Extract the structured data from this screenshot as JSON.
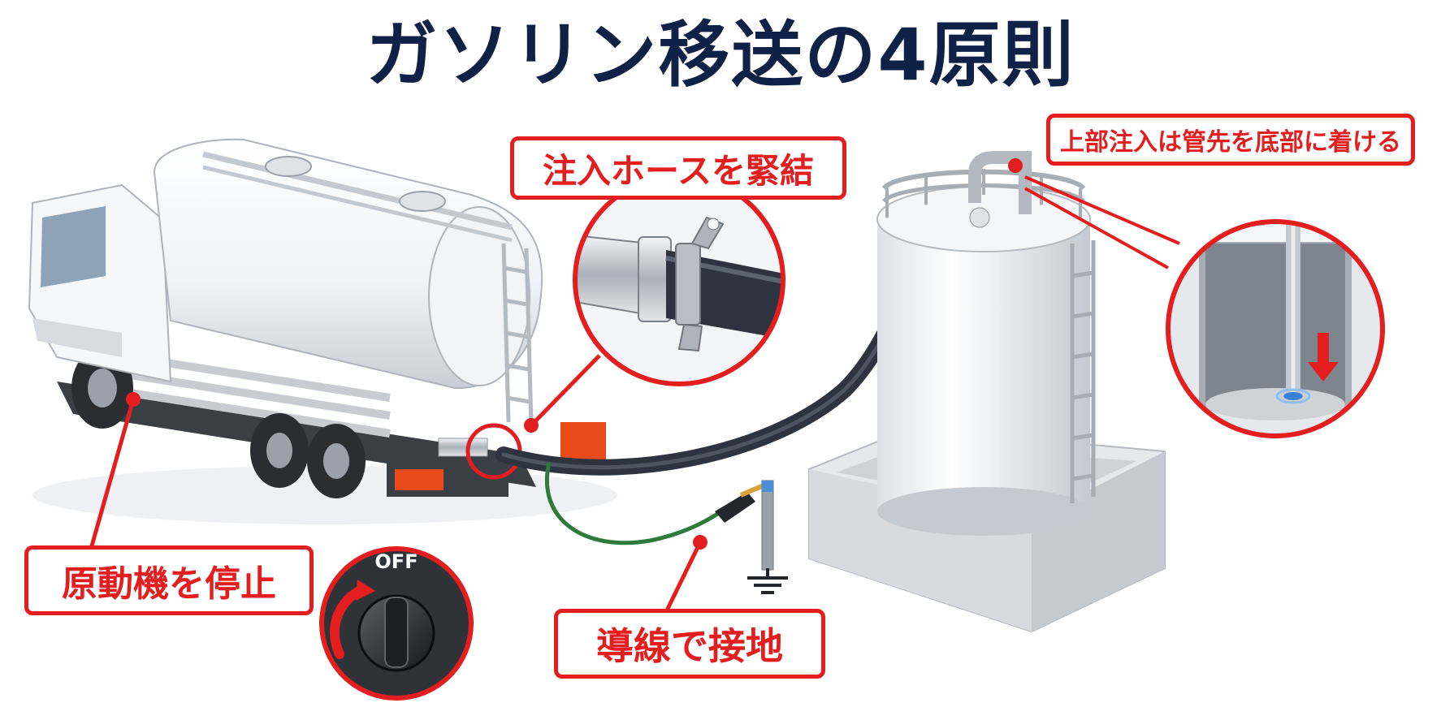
{
  "title": "ガソリン移送の4原則",
  "callouts": {
    "hose_coupling": "注入ホースを緊結",
    "top_loading": "上部注入は管先を底部に着ける",
    "engine_stop": "原動機を停止",
    "grounding": "導線で接地"
  },
  "switch_label": "OFF",
  "colors": {
    "accent_red": "#e41e1e",
    "title_navy": "#0f2147",
    "hose": "#2d3440",
    "ground_wire": "#2e7a3a"
  },
  "icons": [
    "tanker-truck",
    "storage-tank",
    "hose-coupling-zoom",
    "tank-interior-zoom",
    "ignition-switch-zoom",
    "grounding-clip",
    "ground-symbol",
    "down-arrow"
  ]
}
